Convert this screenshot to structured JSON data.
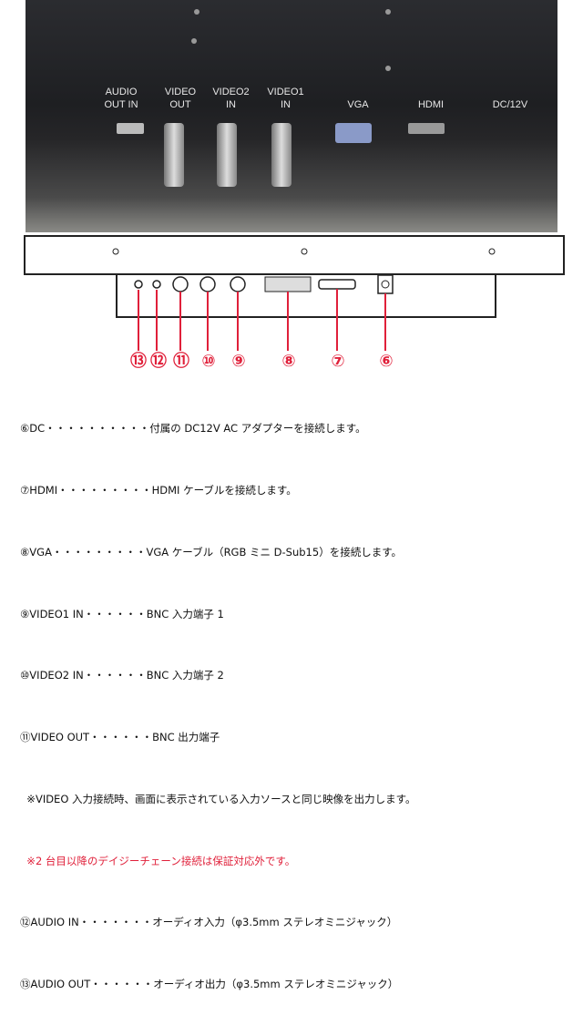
{
  "photo_labels": [
    {
      "top": "AUDIO",
      "bottom": "OUT  IN"
    },
    {
      "top": "VIDEO",
      "bottom": "OUT"
    },
    {
      "top": "VIDEO2",
      "bottom": "IN"
    },
    {
      "top": "VIDEO1",
      "bottom": "IN"
    },
    {
      "top": "VGA",
      "bottom": ""
    },
    {
      "top": "HDMI",
      "bottom": ""
    },
    {
      "top": "DC/12V",
      "bottom": ""
    }
  ],
  "callouts": [
    "⑬",
    "⑫",
    "⑪",
    "⑩",
    "⑨",
    "⑧",
    "⑦",
    "⑥"
  ],
  "accent_color": "#e0203a",
  "descriptions": [
    "⑥DC・・・・・・・・・・付属の DC12V AC アダプターを接続します。",
    "⑦HDMI・・・・・・・・・HDMI ケーブルを接続します。",
    "⑧VGA・・・・・・・・・VGA ケーブル（RGB ミニ D-Sub15）を接続します。",
    "⑨VIDEO1 IN・・・・・・BNC 入力端子 1",
    "⑩VIDEO2 IN・・・・・・BNC 入力端子 2",
    "⑪VIDEO OUT・・・・・・BNC 出力端子",
    "  ※VIDEO 入力接続時、画面に表示されている入力ソースと同じ映像を出力します。",
    "  ※2 台目以降のデイジーチェーン接続は保証対応外です。",
    "⑫AUDIO IN・・・・・・・オーディオ入力（φ3.5mm ステレオミニジャック）",
    "⑬AUDIO OUT・・・・・・オーディオ出力（φ3.5mm ステレオミニジャック）"
  ]
}
